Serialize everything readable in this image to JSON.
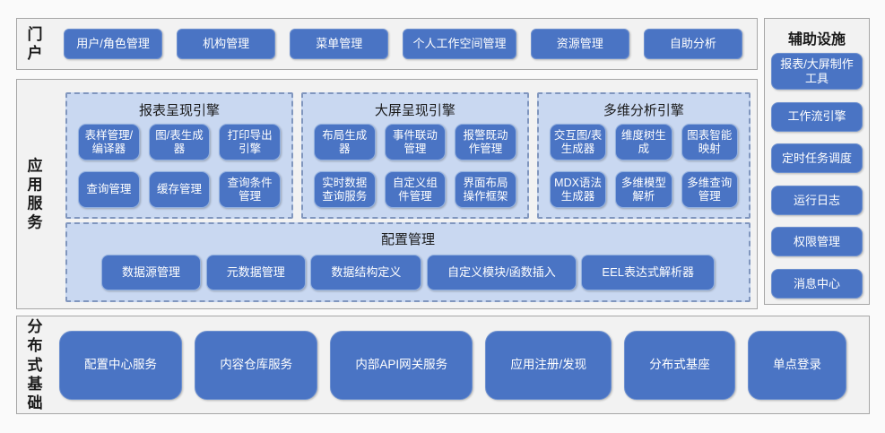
{
  "portal": {
    "label": "门户",
    "items": [
      "用户/角色管理",
      "机构管理",
      "菜单管理",
      "个人工作空间管理",
      "资源管理",
      "自助分析"
    ]
  },
  "app_services": {
    "label": "应用服务",
    "engines": [
      {
        "title": "报表呈现引擎",
        "items": [
          "表样管理/编译器",
          "图/表生成器",
          "打印导出引擎",
          "查询管理",
          "缓存管理",
          "查询条件管理"
        ]
      },
      {
        "title": "大屏呈现引擎",
        "items": [
          "布局生成器",
          "事件联动管理",
          "报警既动作管理",
          "实时数据查询服务",
          "自定义组件管理",
          "界面布局操作框架"
        ]
      },
      {
        "title": "多维分析引擎",
        "items": [
          "交互图/表生成器",
          "维度树生成",
          "图表智能映射",
          "MDX语法生成器",
          "多维模型解析",
          "多维查询管理"
        ]
      }
    ],
    "config": {
      "title": "配置管理",
      "items": [
        "数据源管理",
        "元数据管理",
        "数据结构定义",
        "自定义模块/函数插入",
        "EEL表达式解析器"
      ]
    }
  },
  "auxiliary": {
    "title": "辅助设施",
    "items": [
      "报表/大屏制作工具",
      "工作流引擎",
      "定时任务调度",
      "运行日志",
      "权限管理",
      "消息中心"
    ]
  },
  "distributed": {
    "label": "分布式基础",
    "items": [
      "配置中心服务",
      "内容仓库服务",
      "内部API网关服务",
      "应用注册/发现",
      "分布式基座",
      "单点登录"
    ]
  },
  "colors": {
    "button_fill": "#4a74c4",
    "button_border_light": "#93b1e0",
    "group_fill": "#c9d8f1",
    "group_border": "#8096be",
    "panel_fill": "#f2f2f2",
    "panel_border": "#a6a6a6",
    "button_text": "#ffffff",
    "heading_text": "#1a1a1a",
    "page_bg": "#fafafa"
  }
}
